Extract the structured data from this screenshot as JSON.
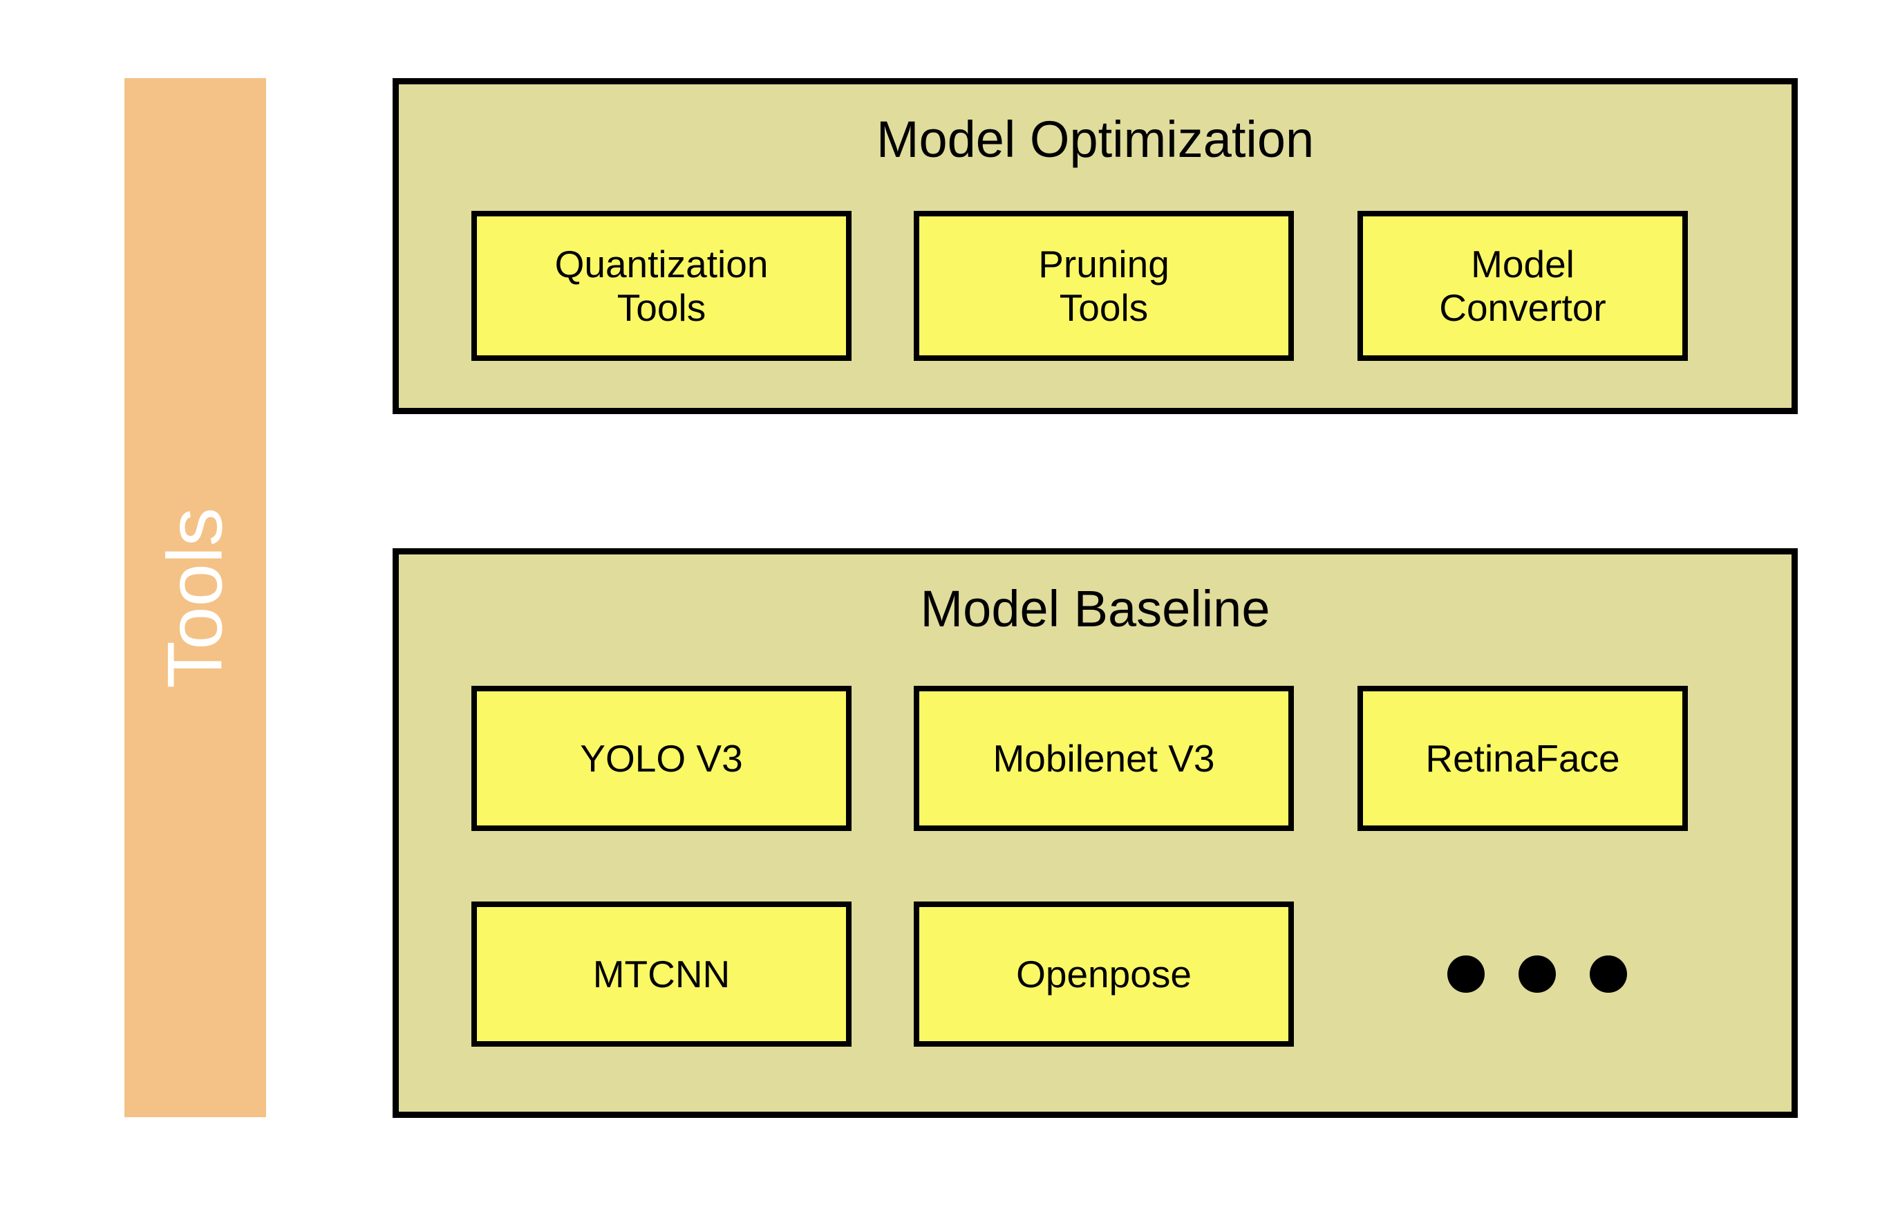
{
  "diagram": {
    "background_color": "#ffffff",
    "sidebar": {
      "label": "Tools",
      "fill_color": "#f4c286",
      "text_color": "#ffffff"
    },
    "groups": [
      {
        "id": "optimization",
        "title": "Model Optimization",
        "fill_color": "#e0dc9c",
        "border_color": "#000000",
        "items": [
          {
            "id": "quantization",
            "label": "Quantization\nTools"
          },
          {
            "id": "pruning",
            "label": "Pruning\nTools"
          },
          {
            "id": "convertor",
            "label": "Model\nConvertor"
          }
        ]
      },
      {
        "id": "baseline",
        "title": "Model Baseline",
        "fill_color": "#e0dc9c",
        "border_color": "#000000",
        "items": [
          {
            "id": "yolo",
            "label": "YOLO V3"
          },
          {
            "id": "mobilenet",
            "label": "Mobilenet V3"
          },
          {
            "id": "retinaface",
            "label": "RetinaFace"
          },
          {
            "id": "mtcnn",
            "label": "MTCNN"
          },
          {
            "id": "openpose",
            "label": "Openpose"
          }
        ],
        "ellipsis": {
          "name": "more-items-ellipsis",
          "dot_count": 3,
          "dot_color": "#000000"
        }
      }
    ],
    "item_fill_color": "#faf864"
  }
}
